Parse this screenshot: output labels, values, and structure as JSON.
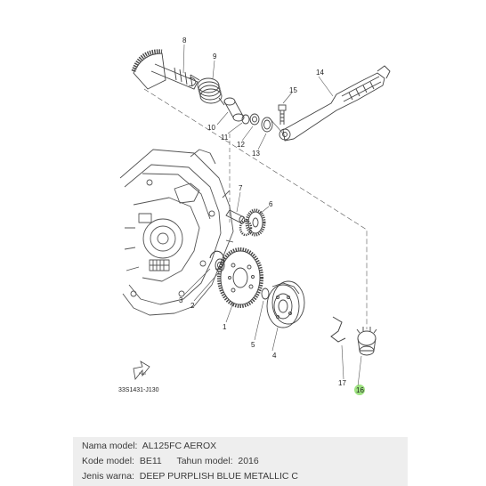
{
  "diagram": {
    "callouts": [
      "8",
      "9",
      "10",
      "11",
      "12",
      "13",
      "14",
      "15",
      "7",
      "6",
      "1",
      "2",
      "3",
      "4",
      "5",
      "17",
      "16"
    ],
    "highlight_color": "#7ed957",
    "diagram_code": "33S1431-J130",
    "fwd_mark": "FWD"
  },
  "info": {
    "model_name_label": "Nama model:",
    "model_name_value": "AL125FC AEROX",
    "model_code_label": "Kode model:",
    "model_code_value": "BE11",
    "year_label": "Tahun model:",
    "year_value": "2016",
    "color_label": "Jenis warna:",
    "color_value": "DEEP PURPLISH BLUE METALLIC C"
  }
}
